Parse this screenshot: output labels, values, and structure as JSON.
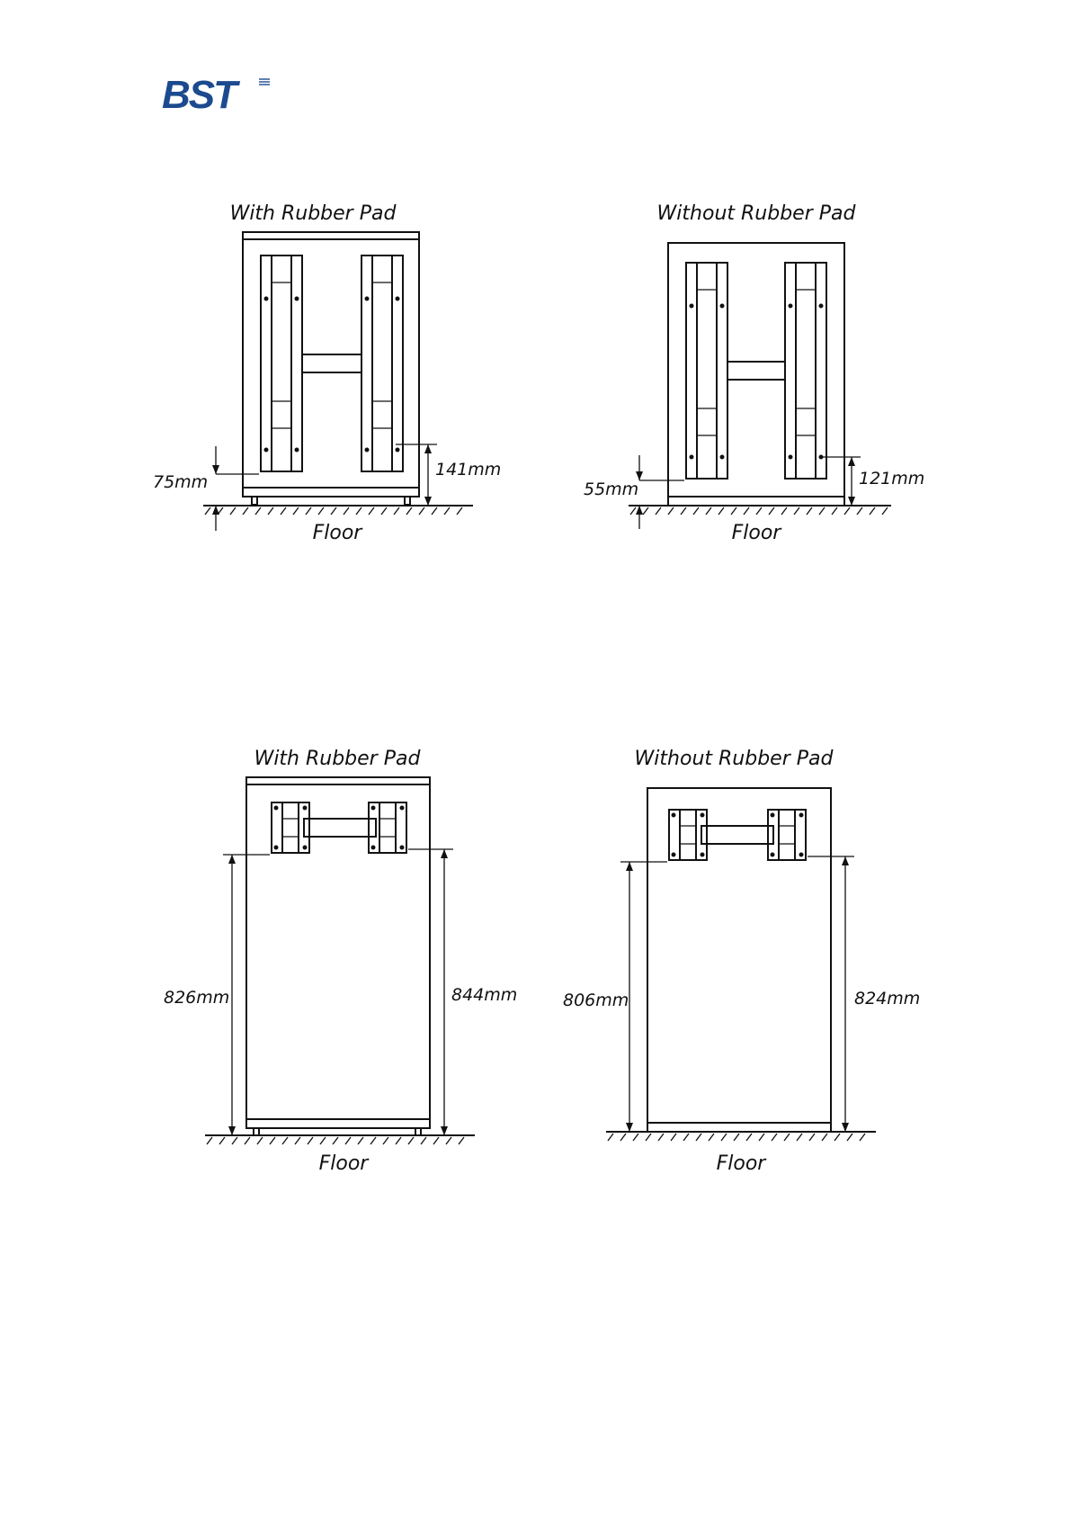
{
  "logo": {
    "text": "BST",
    "color": "#1c4a8f"
  },
  "figures": [
    {
      "id": "front-with-pad",
      "title": "With Rubber Pad",
      "left_dim": "75mm",
      "right_dim": "141mm",
      "floor": "Floor"
    },
    {
      "id": "front-without-pad",
      "title": "Without Rubber Pad",
      "left_dim": "55mm",
      "right_dim": "121mm",
      "floor": "Floor"
    },
    {
      "id": "side-with-pad",
      "title": "With Rubber Pad",
      "left_dim": "826mm",
      "right_dim": "844mm",
      "floor": "Floor"
    },
    {
      "id": "side-without-pad",
      "title": "Without Rubber Pad",
      "left_dim": "806mm",
      "right_dim": "824mm",
      "floor": "Floor"
    }
  ],
  "colors": {
    "line": "#111111",
    "brand": "#1c4a8f"
  }
}
